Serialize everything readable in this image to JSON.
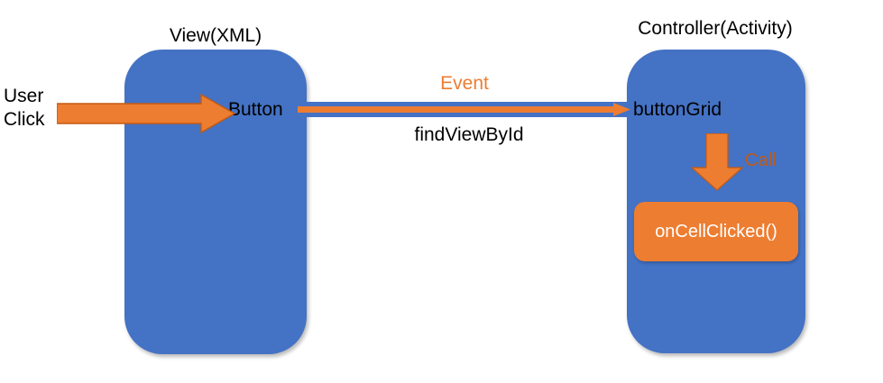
{
  "diagram": {
    "title_present": false,
    "colors": {
      "panel_blue": "#4472C4",
      "accent_orange": "#ED7D31",
      "call_label_orange": "#C55A11",
      "text_black": "#000000",
      "text_white": "#FFFFFF",
      "background": "#FFFFFF"
    },
    "panels": [
      {
        "id": "view",
        "caption": "View(XML)",
        "node_label": "Button"
      },
      {
        "id": "controller",
        "caption": "Controller(Activity)",
        "node_label": "buttonGrid",
        "method_box_label": "onCellClicked()"
      }
    ],
    "external_actor": {
      "label_line1": "User",
      "label_line2": "Click",
      "label": "User\nClick"
    },
    "edges": [
      {
        "id": "user-click",
        "label": "",
        "from": "User Click",
        "to": "Button",
        "style": "thick-block-arrow",
        "color": "#ED7D31",
        "direction": "right"
      },
      {
        "id": "event",
        "label": "Event",
        "from": "Button",
        "to": "buttonGrid",
        "style": "thin-arrow",
        "color": "#ED7D31",
        "direction": "right"
      },
      {
        "id": "findviewbyid",
        "label": "findViewById",
        "from": "buttonGrid",
        "to": "Button",
        "style": "thick-shaft",
        "color": "#4472C4",
        "direction": "left"
      },
      {
        "id": "call",
        "label": "Call",
        "from": "buttonGrid",
        "to": "onCellClicked()",
        "style": "block-arrow",
        "color": "#ED7D31",
        "direction": "down"
      }
    ]
  }
}
